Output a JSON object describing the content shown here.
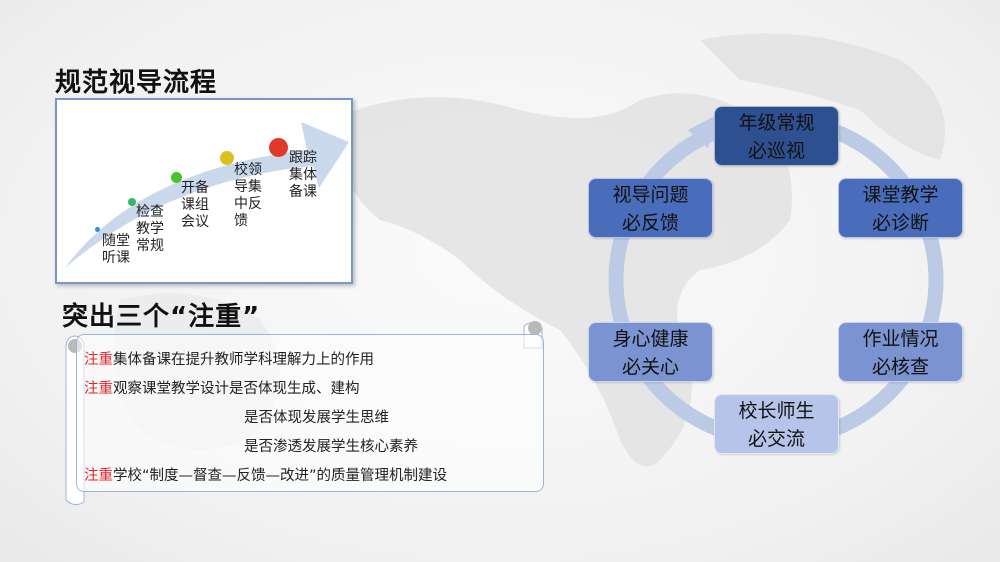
{
  "flow": {
    "title": "规范视导流程",
    "steps": [
      {
        "label": "随堂听课",
        "color": "#3c8fc8"
      },
      {
        "label": "检查教学常规",
        "color": "#2dbb66"
      },
      {
        "label": "开备课组会议",
        "color": "#44c62c"
      },
      {
        "label": "校领导集中反馈",
        "color": "#dcc01e"
      },
      {
        "label": "跟踪集体备课",
        "color": "#e0392a"
      }
    ]
  },
  "emphasis": {
    "title": "突出三个“注重”",
    "keyword": "注重",
    "lines": [
      {
        "prefix": "注重",
        "text": "集体备课在提升教师学科理解力上的作用"
      },
      {
        "prefix": "注重",
        "text": "观察课堂教学设计是否体现生成、建构"
      },
      {
        "prefix": "",
        "text": "是否体现发展学生思维"
      },
      {
        "prefix": "",
        "text": "是否渗透发展学生核心素养"
      },
      {
        "prefix": "注重",
        "text": "学校“制度—督查—反馈—改进”的质量管理机制建设"
      }
    ],
    "accent": "#e4262c"
  },
  "cycle": {
    "ring_color": "#bccae6",
    "items": [
      {
        "line1": "年级常规",
        "line2": "必巡视",
        "color": "#2f5090"
      },
      {
        "line1": "课堂教学",
        "line2": "必诊断",
        "color": "#4a6dbb"
      },
      {
        "line1": "作业情况",
        "line2": "必核查",
        "color": "#7b93d1"
      },
      {
        "line1": "校长师生",
        "line2": "必交流",
        "color": "#b5c4e8"
      },
      {
        "line1": "身心健康",
        "line2": "必关心",
        "color": "#7b93d1"
      },
      {
        "line1": "视导问题",
        "line2": "必反馈",
        "color": "#4a6dbb"
      }
    ]
  }
}
